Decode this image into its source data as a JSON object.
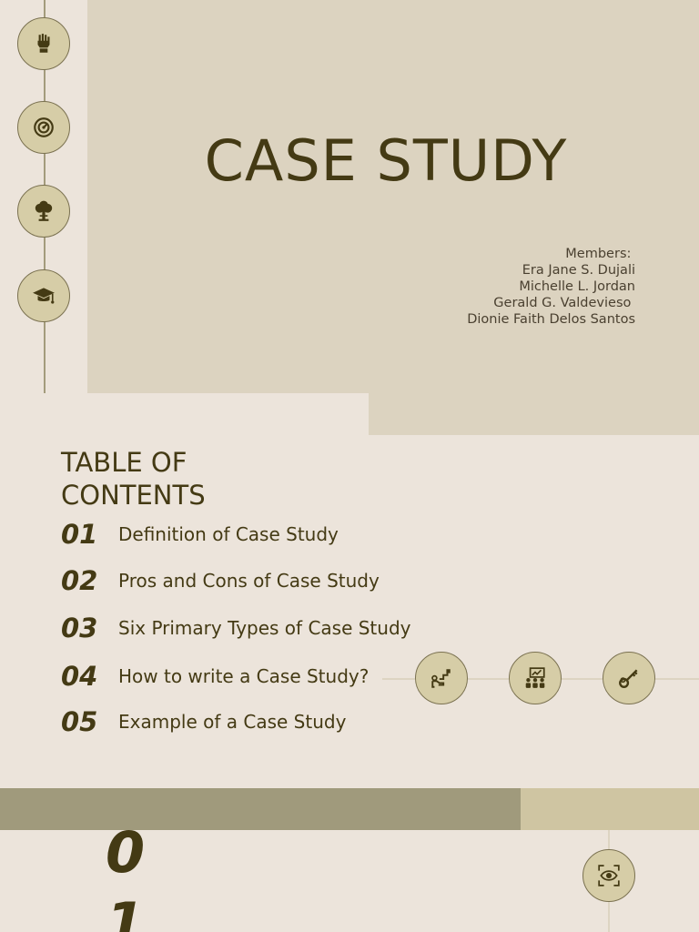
{
  "slide1": {
    "title": "CASE STUDY",
    "members_heading": "Members: ",
    "members": [
      "Era Jane S. Dujali",
      "Michelle L. Jordan",
      "Gerald G. Valdevieso ",
      "Dionie Faith Delos Santos"
    ],
    "rail_icons": [
      "raised-fist-icon",
      "gauge-icon",
      "tree-icon",
      "graduation-cap-icon"
    ]
  },
  "slide2": {
    "title": "TABLE OF\nCONTENTS",
    "items": [
      {
        "num": "01",
        "label": "Definition of Case Study"
      },
      {
        "num": "02",
        "label": "Pros and Cons of Case Study"
      },
      {
        "num": "03",
        "label": "Six Primary Types of Case Study"
      },
      {
        "num": "04",
        "label": "How to write a Case Study?"
      },
      {
        "num": "05",
        "label": "Example of a Case Study"
      }
    ],
    "icons": [
      "hand-growth-icon",
      "team-chart-icon",
      "key-icon"
    ]
  },
  "slide3": {
    "number_top": "0",
    "number_bottom": "1",
    "icon": "eye-focus-icon"
  },
  "colors": {
    "text": "#443a14",
    "title_block": "#dcd3c0",
    "background": "#ece4db",
    "icon_circle": "#d6cda7",
    "band_dark": "#a09a7c",
    "band_light": "#cfc5a2"
  }
}
